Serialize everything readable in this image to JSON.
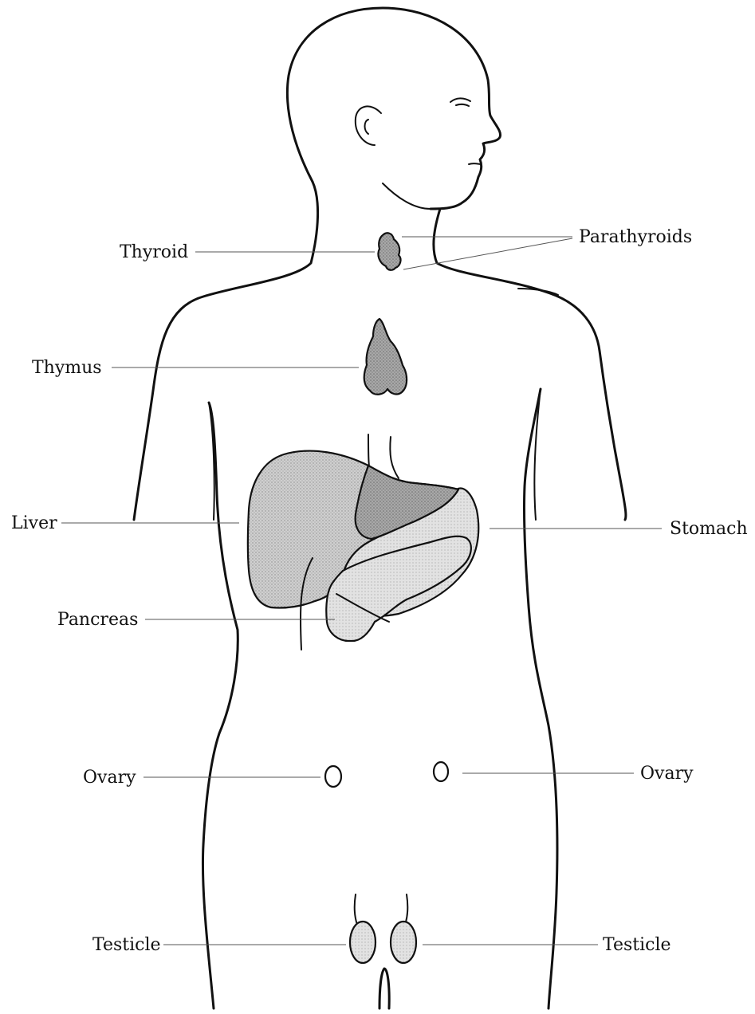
{
  "labels": {
    "thyroid": "Thyroid",
    "parathyroids": "Parathyroids",
    "thymus": "Thymus",
    "liver": "Liver",
    "stomach": "Stomach",
    "pancreas": "Pancreas",
    "ovary_left": "Ovary",
    "ovary_right": "Ovary",
    "testicle_left": "Testicle",
    "testicle_right": "Testicle"
  },
  "colors": {
    "outline": "#111111",
    "organ_fill": "#bdbdbd",
    "organ_fill_light": "#dcdcdc",
    "leader": "#555555"
  }
}
